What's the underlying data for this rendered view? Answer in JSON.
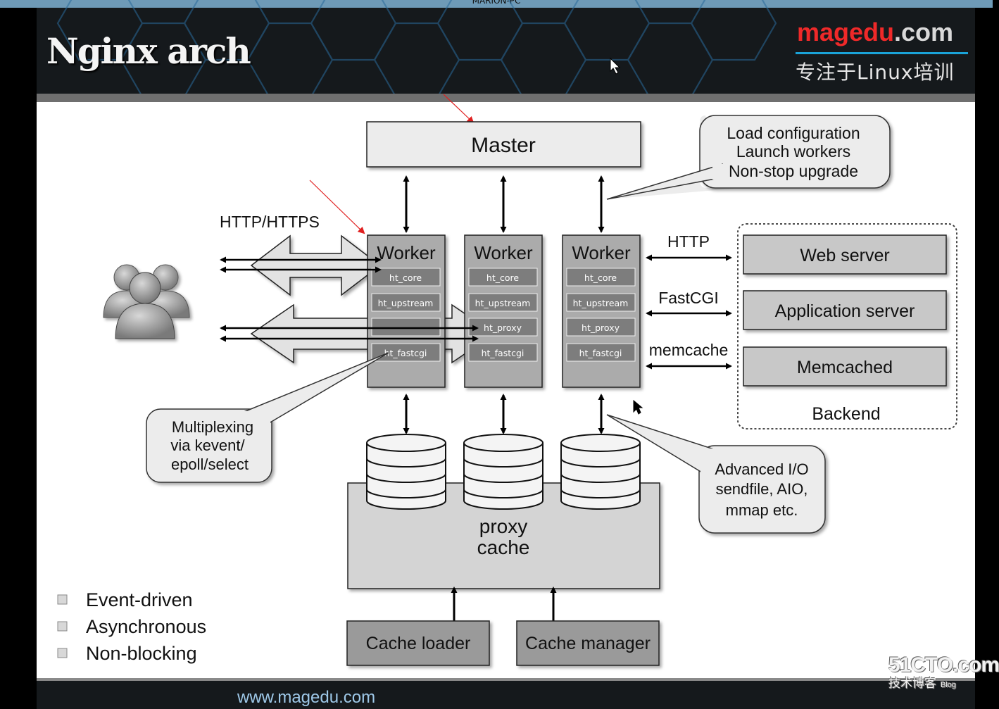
{
  "window": {
    "title": "MARION-PC"
  },
  "slide": {
    "title": "Nginx arch",
    "brand": {
      "name": "magedu",
      "tld": ".com",
      "tagline": "专注于Linux培训"
    },
    "footer_url": "www.magedu.com"
  },
  "diagram": {
    "master": "Master",
    "workers": [
      {
        "label": "Worker",
        "modules": [
          "ht_core",
          "ht_upstream",
          "",
          "ht_fastcgi"
        ]
      },
      {
        "label": "Worker",
        "modules": [
          "ht_core",
          "ht_upstream",
          "ht_proxy",
          "ht_fastcgi"
        ]
      },
      {
        "label": "Worker",
        "modules": [
          "ht_core",
          "ht_upstream",
          "ht_proxy",
          "ht_fastcgi"
        ]
      }
    ],
    "client_protocol": "HTTP/HTTPS",
    "backend_protocols": [
      "HTTP",
      "FastCGI",
      "memcache"
    ],
    "backend_servers": [
      "Web server",
      "Application server",
      "Memcached"
    ],
    "backend_label": "Backend",
    "master_callout": [
      "Load configuration",
      "Launch workers",
      "Non-stop upgrade"
    ],
    "multiplex_callout": [
      "Multiplexing",
      "via kevent/",
      "epoll/select"
    ],
    "io_callout": [
      "Advanced I/O",
      "sendfile, AIO,",
      "mmap etc."
    ],
    "proxy_cache": [
      "proxy",
      "cache"
    ],
    "cache_loader": "Cache loader",
    "cache_manager": "Cache manager",
    "features": [
      "Event-driven",
      "Asynchronous",
      "Non-blocking"
    ]
  },
  "watermark": {
    "site": "51CTO.com",
    "sub": "技术博客",
    "blog": "Blog"
  }
}
